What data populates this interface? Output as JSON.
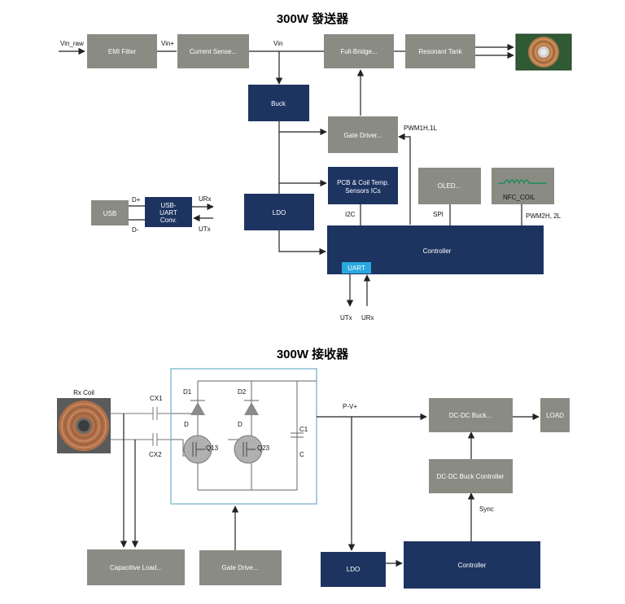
{
  "titles": {
    "transmitter": "300W 發送器",
    "receiver": "300W 接收器"
  },
  "tx": {
    "emi_filter": "EMI Filter",
    "current_sense": "Current Sense...",
    "full_bridge": "Full-Bridge...",
    "resonant_tank": "Resonant Tank",
    "buck": "Buck",
    "gate_driver": "Gate Driver...",
    "sensors_line1": "PCB & Coil Temp.",
    "sensors_line2": "Sensors ICs",
    "oled": "OLED...",
    "nfc_coil": "NFC_COIL",
    "ldo": "LDO",
    "controller": "Controller",
    "uart": "UART",
    "usb": "USB",
    "usb_uart_line1": "USB-",
    "usb_uart_line2": "UART",
    "usb_uart_line3": "Conv.",
    "labels": {
      "vin_raw": "Vin_raw",
      "vin_plus": "Vin+",
      "vin": "Vin",
      "pwm1": "PWM1H,1L",
      "i2c": "I2C",
      "spi": "SPI",
      "pwm2": "PWM2H, 2L",
      "d_plus": "D+",
      "d_minus": "D-",
      "urx_side": "URx",
      "utx_side": "UTx",
      "utx_bottom": "UTx",
      "urx_bottom": "URx"
    }
  },
  "rx": {
    "rx_coil": "Rx Coil",
    "cx1": "CX1",
    "cx2": "CX2",
    "d1": "D1",
    "d2": "D2",
    "d_a": "D",
    "d_b": "D",
    "q13": "Q13",
    "q23": "Q23",
    "c1": "C1",
    "c": "C",
    "pv": "P-V+",
    "dcdc_buck": "DC-DC Buck...",
    "load": "LOAD",
    "dcdc_ctrl": "DC-DC Buck Controller",
    "sync": "Sync",
    "cap_load": "Capacitive Load...",
    "gate_drive": "Gate Drive...",
    "ldo": "LDO",
    "controller": "Controller"
  },
  "colors": {
    "grey_block": "#8a8c84",
    "navy_block": "#1d3461",
    "uart_block": "#29a8e0",
    "bridge_border": "#8fc3d9"
  }
}
